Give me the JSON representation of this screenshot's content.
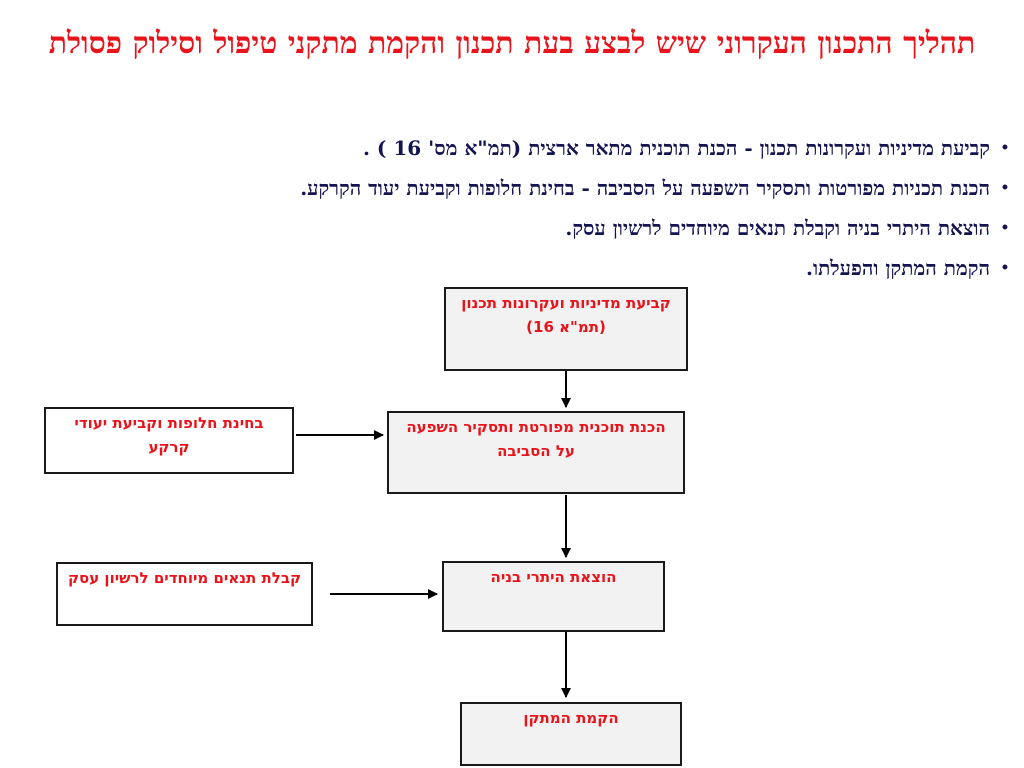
{
  "title": "תהליך התכנון העקרוני שיש לבצע בעת תכנון והקמת מתקני טיפול וסילוק פסולת",
  "bullets": [
    {
      "text": "קביעת מדיניות ועקרונות תכנון - הכנת תוכנית מתאר ארצית (תמ\"א מס' 16 ) ."
    },
    {
      "text": "הכנת תכניות מפורטות ותסקיר השפעה על הסביבה - בחינת חלופות וקביעת יעוד הקרקע."
    },
    {
      "text": "הוצאת היתרי בניה וקבלת תנאים מיוחדים לרשיון עסק."
    },
    {
      "text": "הקמת המתקן והפעלתו."
    }
  ],
  "flowchart": {
    "policy": "קביעת מדיניות ועקרונות תכנון (תמ\"א 16)",
    "detailed_plan": "הכנת תוכנית מפורטת ותסקיר השפעה על הסביבה",
    "alternatives": "בחינת חלופות וקביעת יעודי קרקע",
    "permits": "הוצאת היתרי בניה",
    "special_conditions": "קבלת תנאים מיוחדים לרשיון עסק",
    "construction": "הקמת המתקן"
  },
  "colors": {
    "title": "#e8141b",
    "bullet_text": "#141450",
    "box_text": "#e8141b",
    "box_fill": "#f2f2f2"
  }
}
